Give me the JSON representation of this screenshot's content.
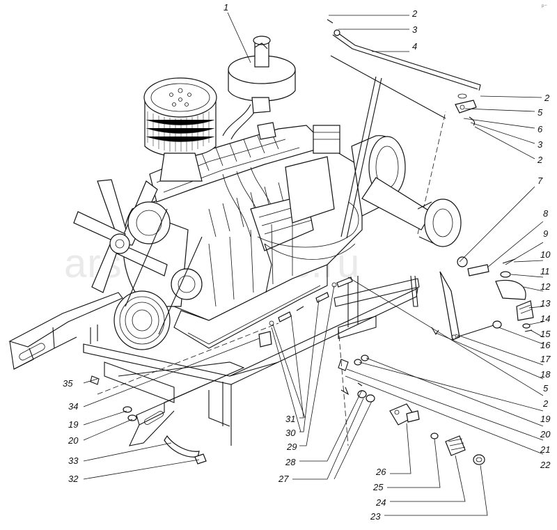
{
  "watermark": "ars-autoparts.ru",
  "corner_mark": "ᵖ⁻",
  "callouts": [
    {
      "id": "c1",
      "text": "1"
    },
    {
      "id": "c2a",
      "text": "2"
    },
    {
      "id": "c3a",
      "text": "3"
    },
    {
      "id": "c4",
      "text": "4"
    },
    {
      "id": "c2b",
      "text": "2"
    },
    {
      "id": "c5a",
      "text": "5"
    },
    {
      "id": "c6",
      "text": "6"
    },
    {
      "id": "c3b",
      "text": "3"
    },
    {
      "id": "c2c",
      "text": "2"
    },
    {
      "id": "c7",
      "text": "7"
    },
    {
      "id": "c8",
      "text": "8"
    },
    {
      "id": "c9",
      "text": "9"
    },
    {
      "id": "c10",
      "text": "10"
    },
    {
      "id": "c11",
      "text": "11"
    },
    {
      "id": "c12",
      "text": "12"
    },
    {
      "id": "c13",
      "text": "13"
    },
    {
      "id": "c14",
      "text": "14"
    },
    {
      "id": "c15",
      "text": "15"
    },
    {
      "id": "c16",
      "text": "16"
    },
    {
      "id": "c17",
      "text": "17"
    },
    {
      "id": "c18",
      "text": "18"
    },
    {
      "id": "c5b",
      "text": "5"
    },
    {
      "id": "c2d",
      "text": "2"
    },
    {
      "id": "c19a",
      "text": "19"
    },
    {
      "id": "c20a",
      "text": "20"
    },
    {
      "id": "c21",
      "text": "21"
    },
    {
      "id": "c22",
      "text": "22"
    },
    {
      "id": "c23",
      "text": "23"
    },
    {
      "id": "c24",
      "text": "24"
    },
    {
      "id": "c25",
      "text": "25"
    },
    {
      "id": "c26",
      "text": "26"
    },
    {
      "id": "c27",
      "text": "27"
    },
    {
      "id": "c28",
      "text": "28"
    },
    {
      "id": "c29",
      "text": "29"
    },
    {
      "id": "c30",
      "text": "30"
    },
    {
      "id": "c31",
      "text": "31"
    },
    {
      "id": "c32",
      "text": "32"
    },
    {
      "id": "c33",
      "text": "33"
    },
    {
      "id": "c20b",
      "text": "20"
    },
    {
      "id": "c19b",
      "text": "19"
    },
    {
      "id": "c34",
      "text": "34"
    },
    {
      "id": "c35",
      "text": "35"
    }
  ]
}
